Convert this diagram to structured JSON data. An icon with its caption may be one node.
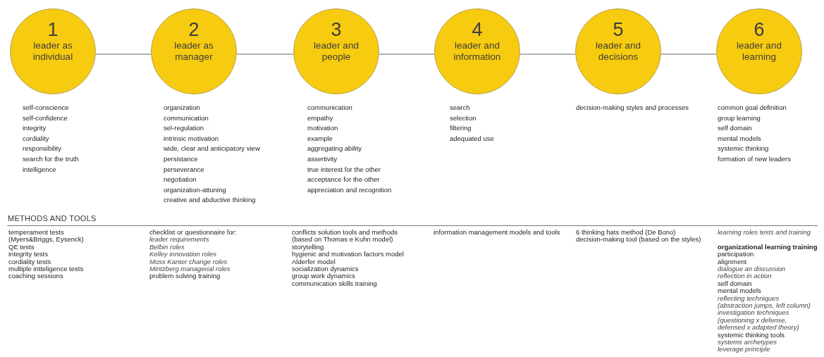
{
  "diagram": {
    "nodes": [
      {
        "text": [
          "1",
          "leader as individual"
        ],
        "beside": [
          "self-conscience",
          "self-confidence",
          "integrity",
          "cordiality",
          "responsibility",
          "search for the truth",
          "intelligence"
        ]
      },
      {
        "text": [
          "2",
          "leader as manager"
        ],
        "beside": [
          "organization",
          "communication",
          "sel-regulation",
          "intrinsic motivation",
          "wide, clear and anticipatory view",
          "persistance",
          "perseverance",
          "negotiation",
          "organization-attuning",
          "creative and abductive thinking"
        ]
      },
      {
        "text": [
          "3",
          "leader and people"
        ],
        "beside": [
          "communication",
          "empathy",
          "motivation",
          "example",
          "aggregating ability",
          "assertivity",
          "true interest for the other",
          "acceptance for the other",
          "appreciation and recognition"
        ]
      },
      {
        "text": [
          "4",
          "leader and information"
        ],
        "beside": [
          "search",
          "selection",
          "filtering",
          "adequated use"
        ]
      },
      {
        "text": [
          "5",
          "leader and decisions"
        ],
        "beside": [
          "decision-making styles and processes"
        ]
      },
      {
        "text": [
          "6",
          "leader and learning"
        ],
        "beside": [
          "common goal definition",
          "group learning",
          "self domain",
          "mental models",
          "systemic thinking",
          "formation of new leaders"
        ]
      }
    ],
    "edges": [
      {
        "from": 0,
        "to": 1,
        "arrow": "none"
      },
      {
        "from": 1,
        "to": 2,
        "arrow": "none"
      },
      {
        "from": 2,
        "to": 3,
        "arrow": "none"
      },
      {
        "from": 3,
        "to": 4,
        "arrow": "none"
      },
      {
        "from": 4,
        "to": 5,
        "arrow": "none"
      }
    ],
    "labels": [
      "METHODS AND TOOLS",
      "temperament tests",
      "(Myers&Briggs, Eysenck)",
      "QE tests",
      "integrity tests",
      "cordiality tests",
      "multiple intteligence tests",
      "coaching sessions",
      "checklist or questionnaire for:",
      "leader requirements",
      "Belbin roles",
      "Kelley innovation roles",
      "Moss Kanter change roles",
      "Mintzberg managerial roles",
      "problem solving training",
      "conflicts solution tools and methods",
      "(based on Thomas e Kuhn model)",
      "storytelling",
      "hygienic and motivation factors model",
      "Alderfer model",
      "socialization dynamics",
      "group work dynamics",
      "communication skills training",
      "information management models and tools",
      "6 thinking hats method (De Bono)",
      "decision-making tool (based on the styles)",
      "learning roles tests and training",
      "organizational learning training",
      "participation",
      "alignment",
      "dialogue an discussion",
      "reflection in action",
      "self domain",
      "mental models",
      "reflecting techniques",
      "(abstraction jumps, left column)",
      "investigation techniques",
      "(questioning x defense,",
      "defensed x adapted theory)",
      "systemic thinking tools",
      "systems archetypes",
      "leverage principle"
    ]
  }
}
